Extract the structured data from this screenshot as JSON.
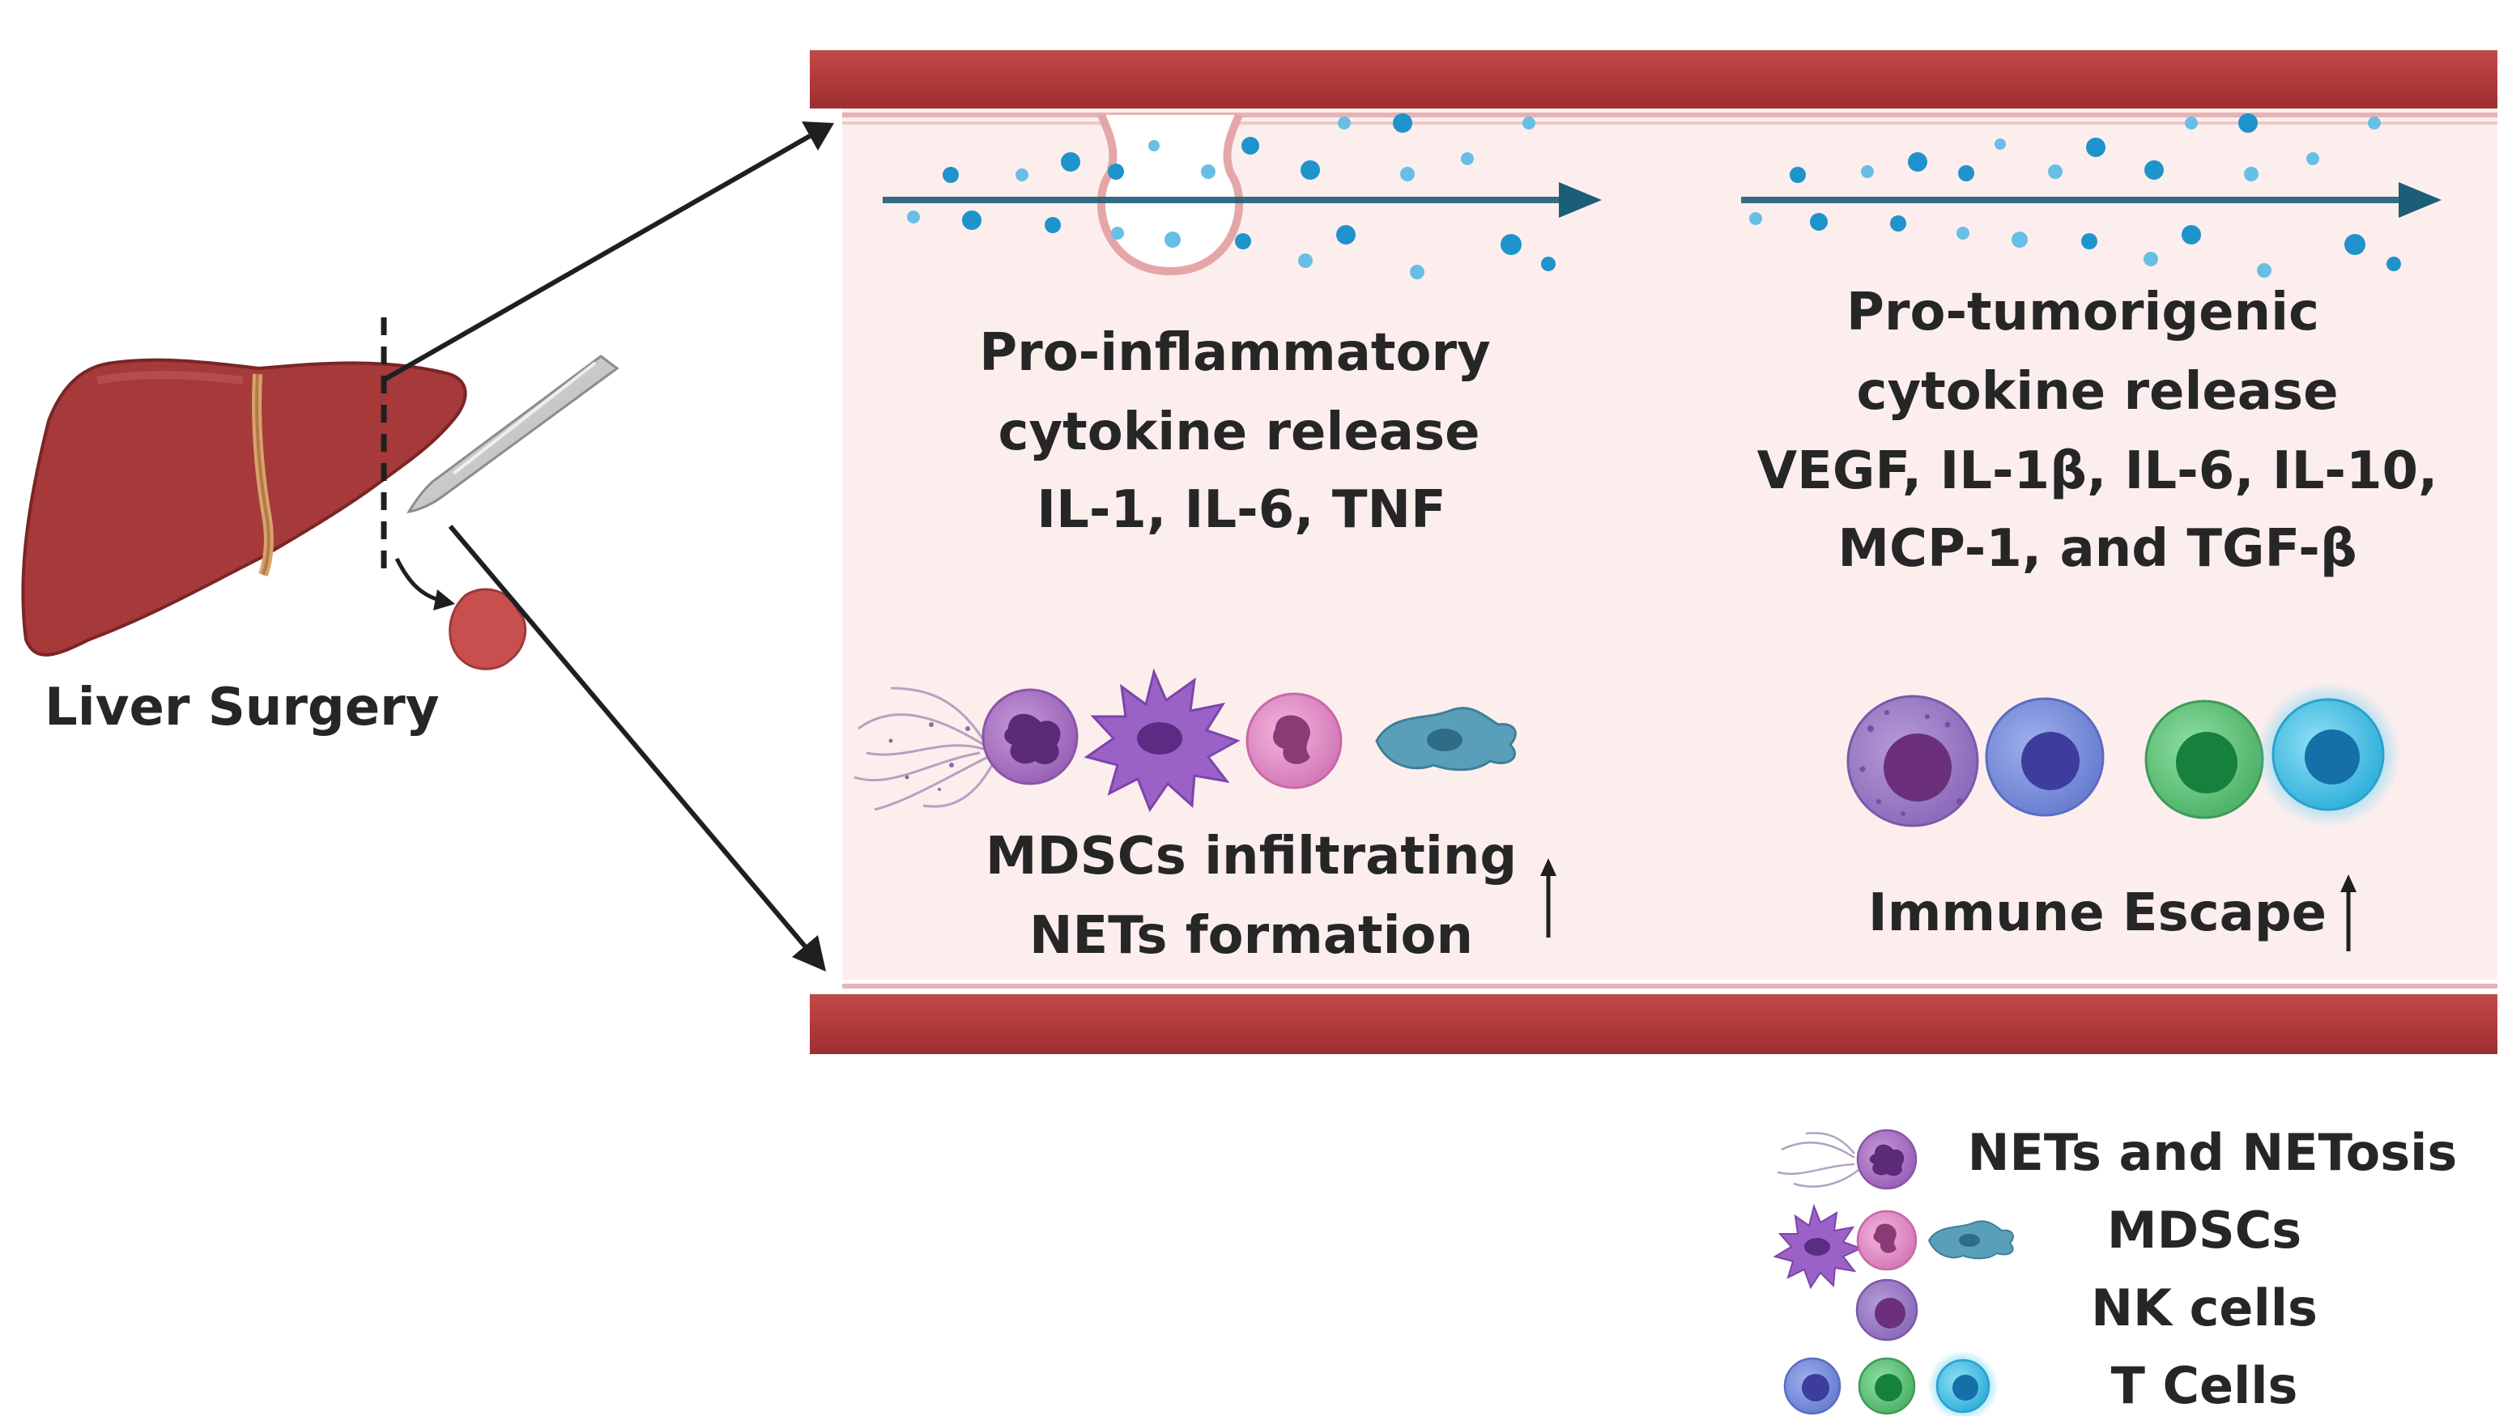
{
  "surgery": {
    "label": "Liver Surgery"
  },
  "vessel": {
    "left_text": {
      "line1": "Pro-inflammatory",
      "line2": "cytokine release",
      "line3": "IL-1, IL-6, TNF"
    },
    "right_text": {
      "line1": "Pro-tumorigenic",
      "line2": "cytokine release",
      "line3": "VEGF, IL-1β, IL-6, IL-10,",
      "line4": "MCP-1, and TGF-β"
    },
    "left_effect": {
      "line1": "MDSCs infiltrating",
      "line2": "NETs formation"
    },
    "right_effect": {
      "line1": "Immune Escape"
    }
  },
  "legend": {
    "items": [
      {
        "label": "NETs and NETosis",
        "icon": "net-cell-icon"
      },
      {
        "label": "MDSCs",
        "icon": "mdsc-cells-icon"
      },
      {
        "label": "NK cells",
        "icon": "nk-cell-icon"
      },
      {
        "label": "T Cells",
        "icon": "t-cells-icon"
      }
    ]
  },
  "colors": {
    "vessel_wall": "#b53c3e",
    "vessel_lumen": "#fdeeee",
    "liver": "#a6393a",
    "cytokine": "#1e93cc",
    "flow_arrow": "#1c5d78",
    "text": "#262626"
  }
}
